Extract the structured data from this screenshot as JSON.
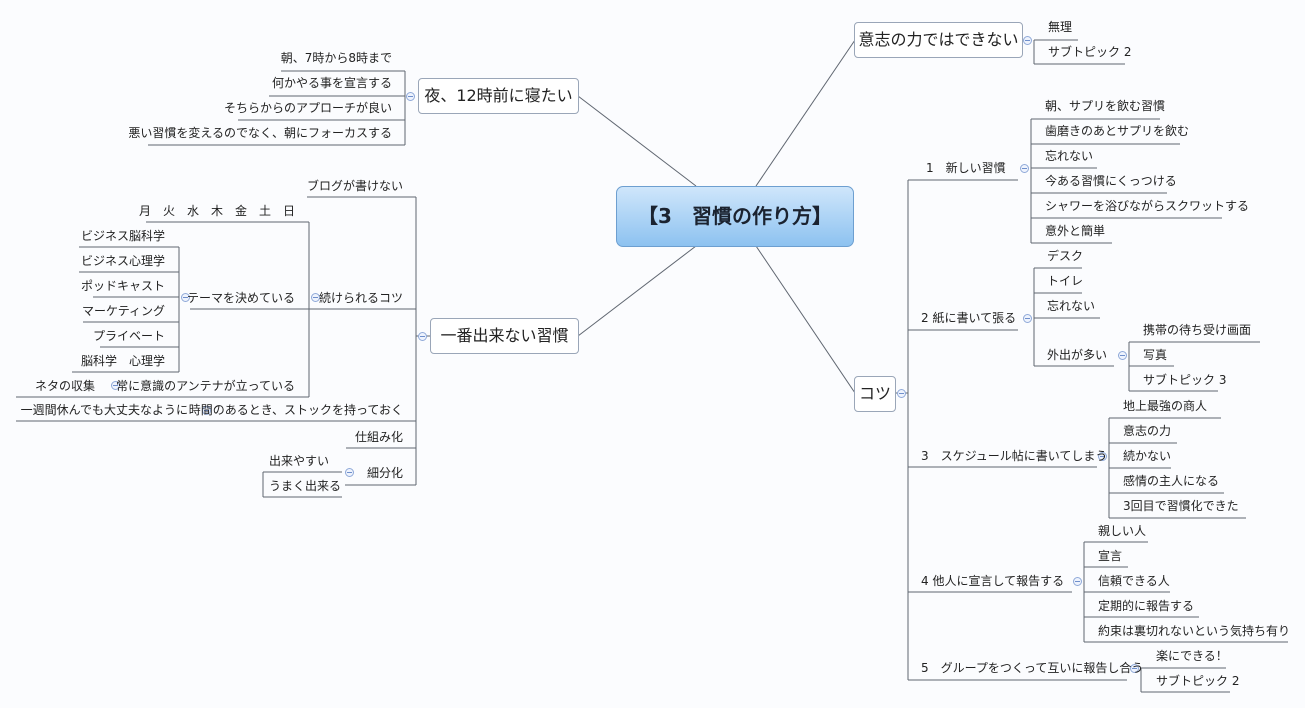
{
  "root": {
    "title": "【3　習慣の作り方】"
  },
  "right": {
    "willpower": {
      "label": "意志の力ではできない",
      "children": [
        "無理",
        "サブトピック 2"
      ]
    },
    "kotsu": {
      "label": "コツ",
      "t1": {
        "label": "1　新しい習慣",
        "children": [
          "朝、サプリを飲む習慣",
          "歯磨きのあとサプリを飲む",
          "忘れない",
          "今ある習慣にくっつける",
          "シャワーを浴びながらスクワットする",
          "意外と簡単"
        ]
      },
      "t2": {
        "label": "2 紙に書いて張る",
        "children": [
          "デスク",
          "トイレ",
          "忘れない"
        ],
        "out": {
          "label": "外出が多い",
          "children": [
            "携帯の待ち受け画面",
            "写真",
            "サブトピック 3"
          ]
        }
      },
      "t3": {
        "label": "3　スケジュール帖に書いてしまう",
        "children": [
          "地上最強の商人",
          "意志の力",
          "続かない",
          "感情の主人になる",
          "3回目で習慣化できた"
        ]
      },
      "t4": {
        "label": "4 他人に宣言して報告する",
        "children": [
          "親しい人",
          "宣言",
          "信頼できる人",
          "定期的に報告する",
          "約束は裏切れないという気持ち有り"
        ]
      },
      "t5": {
        "label": "5　グループをつくって互いに報告し合う",
        "children": [
          "楽にできる！",
          "サブトピック 2"
        ]
      }
    }
  },
  "left": {
    "night": {
      "label": "夜、12時前に寝たい",
      "children": [
        "朝、7時から8時まで",
        "何かやる事を宣言する",
        "そちらからのアプローチが良い",
        "悪い習慣を変えるのでなく、朝にフォーカスする"
      ]
    },
    "hard": {
      "label": "一番出来ない習慣",
      "blog": "ブログが書けない",
      "tsuzuke": {
        "label": "続けられるコツ",
        "days": "月　火　水　木　金　土　日",
        "theme": {
          "label": "テーマを決めている",
          "children": [
            "ビジネス脳科学",
            "ビジネス心理学",
            "ポッドキャスト",
            "マーケティング",
            "プライベート",
            "脳科学　心理学"
          ]
        },
        "antenna": {
          "label": "常に意識のアンテナが立っている",
          "child": "ネタの収集"
        }
      },
      "stock": {
        "label": "時間のあるとき、ストックを持っておく",
        "child": "一週間休んでも大丈夫なように"
      },
      "shikumi": "仕組み化",
      "saibun": {
        "label": "細分化",
        "children": [
          "出来やすい",
          "うまく出来る"
        ]
      }
    }
  }
}
